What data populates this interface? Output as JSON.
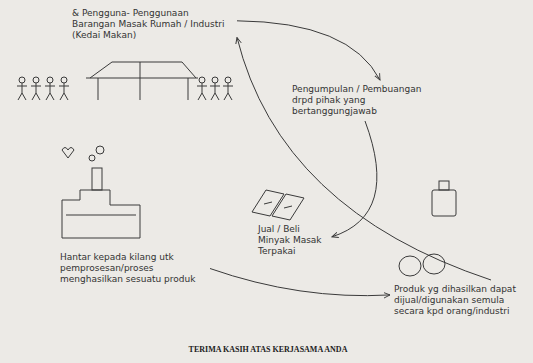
{
  "diagram": {
    "nodes": [
      {
        "text": [
          "& Pengguna- Penggunaan Barangan Masak Rumah / Industri (Kedai Makan)"
        ]
      },
      {
        "text": [
          "Pengumpulan / Pembuangan drpd pihak yang bertanggungjawab"
        ]
      },
      {
        "text": [
          "Jual / Beli Minyak Masak Terpakai"
        ]
      },
      {
        "text": [
          "Hantar kepada kilang utk pemprosesan/proses menghasilkan sesuatu produk"
        ]
      },
      {
        "text": [
          "Produk yg dihasilkan dapat dijual/digunakan semula secara kpd orang/industri"
        ]
      }
    ],
    "edges": [
      {
        "from": 0,
        "to": 1,
        "arrow": "to"
      },
      {
        "from": 1,
        "to": 2,
        "arrow": "to"
      },
      {
        "from": 3,
        "to": 4,
        "arrow": "to"
      },
      {
        "from": 4,
        "to": 0,
        "arrow": "to"
      }
    ],
    "labels": [
      "TERIMA KASIH ATAS KERJASAMA ANDA"
    ]
  }
}
